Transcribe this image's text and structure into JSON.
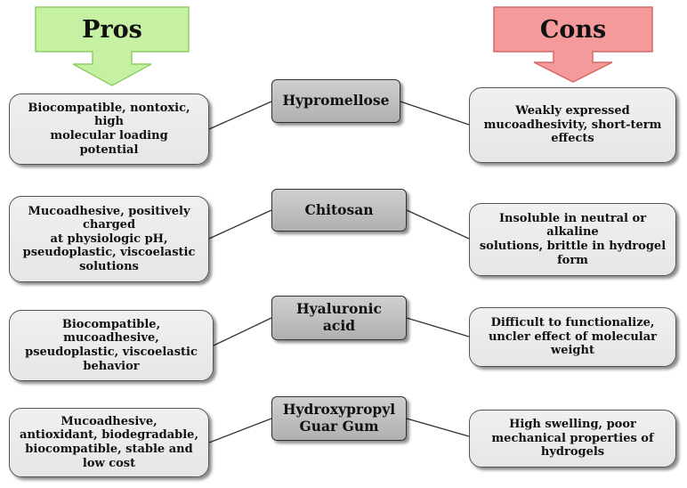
{
  "headers": {
    "pros": {
      "label": "Pros",
      "color": "#c6f0a2",
      "border": "#8ecf66"
    },
    "cons": {
      "label": "Cons",
      "color": "#f59a9a",
      "border": "#d66a6a"
    }
  },
  "rows": [
    {
      "material": [
        "Hypromellose"
      ],
      "pros": [
        "Biocompatible, nontoxic,",
        "high",
        "molecular loading",
        "potential"
      ],
      "cons": [
        "Weakly expressed",
        "mucoadhesivity, short-term",
        "effects"
      ]
    },
    {
      "material": [
        "Chitosan"
      ],
      "pros": [
        "Mucoadhesive, positively",
        "charged",
        "at physiologic pH,",
        "pseudoplastic, viscoelastic",
        "solutions"
      ],
      "cons": [
        "Insoluble in neutral or",
        "alkaline",
        "solutions, brittle in hydrogel",
        "form"
      ]
    },
    {
      "material": [
        "Hyaluronic",
        "acid"
      ],
      "pros": [
        "Biocompatible,",
        "mucoadhesive,",
        "pseudoplastic, viscoelastic",
        "behavior"
      ],
      "cons": [
        "Difficult to functionalize,",
        "uncler effect of molecular",
        "weight"
      ]
    },
    {
      "material": [
        "Hydroxypropyl",
        "Guar Gum"
      ],
      "pros": [
        "Mucoadhesive,",
        "antioxidant, biodegradable,",
        "biocompatible, stable and",
        "low cost"
      ],
      "cons": [
        "High swelling, poor",
        "mechanical properties of",
        "hydrogels"
      ]
    }
  ]
}
